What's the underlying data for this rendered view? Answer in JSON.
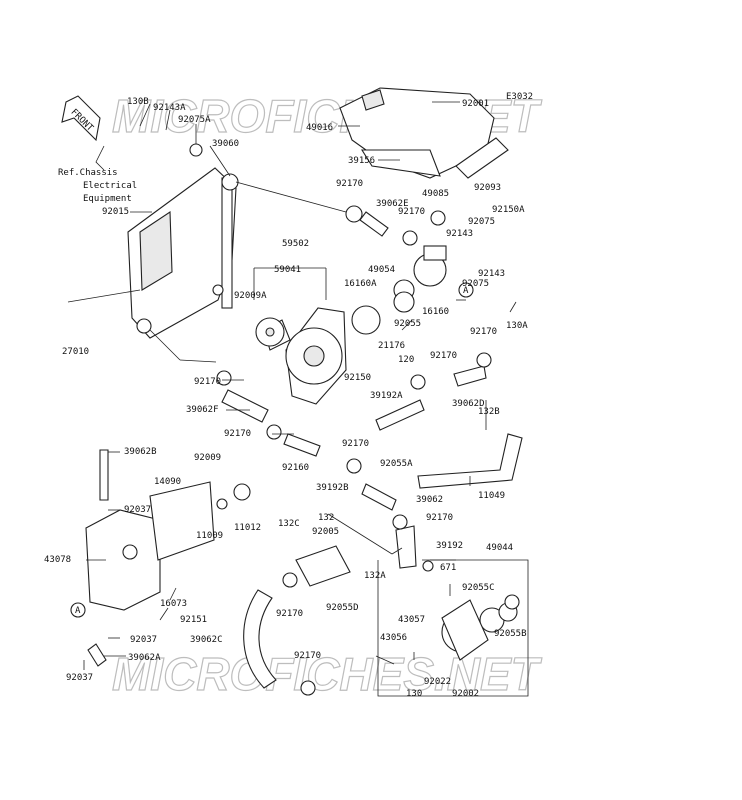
{
  "diagram_code": "E3032",
  "watermark": "MICROFICHES.NET",
  "front_arrow_label": "FRONT",
  "ref_note_lines": [
    "Ref.Chassis",
    "Electrical",
    "Equipment"
  ],
  "circle_ref": "A",
  "part_labels": [
    "130B",
    "92143A",
    "92075A",
    "39060",
    "92015",
    "27010",
    "92001",
    "49016",
    "39156",
    "92093",
    "92170",
    "39062E",
    "49085",
    "92170",
    "92075",
    "92150A",
    "92143",
    "92143",
    "92075",
    "59502",
    "59041",
    "92009A",
    "49054",
    "16160A",
    "92055",
    "16160",
    "130A",
    "92170",
    "21176",
    "120",
    "92170",
    "92170",
    "92150",
    "39192A",
    "39062D",
    "39062F",
    "132B",
    "92170",
    "92170",
    "92160",
    "39192B",
    "92055A",
    "39062",
    "11049",
    "39062B",
    "92009",
    "14090",
    "92037",
    "11009",
    "11012",
    "132",
    "92005",
    "92170",
    "39192",
    "49044",
    "132C",
    "43078",
    "671",
    "92055C",
    "92151",
    "16073",
    "92170",
    "92055D",
    "132A",
    "43057",
    "92037",
    "39062C",
    "43056",
    "92055B",
    "39062A",
    "92170",
    "92037",
    "130",
    "92022",
    "92002"
  ]
}
